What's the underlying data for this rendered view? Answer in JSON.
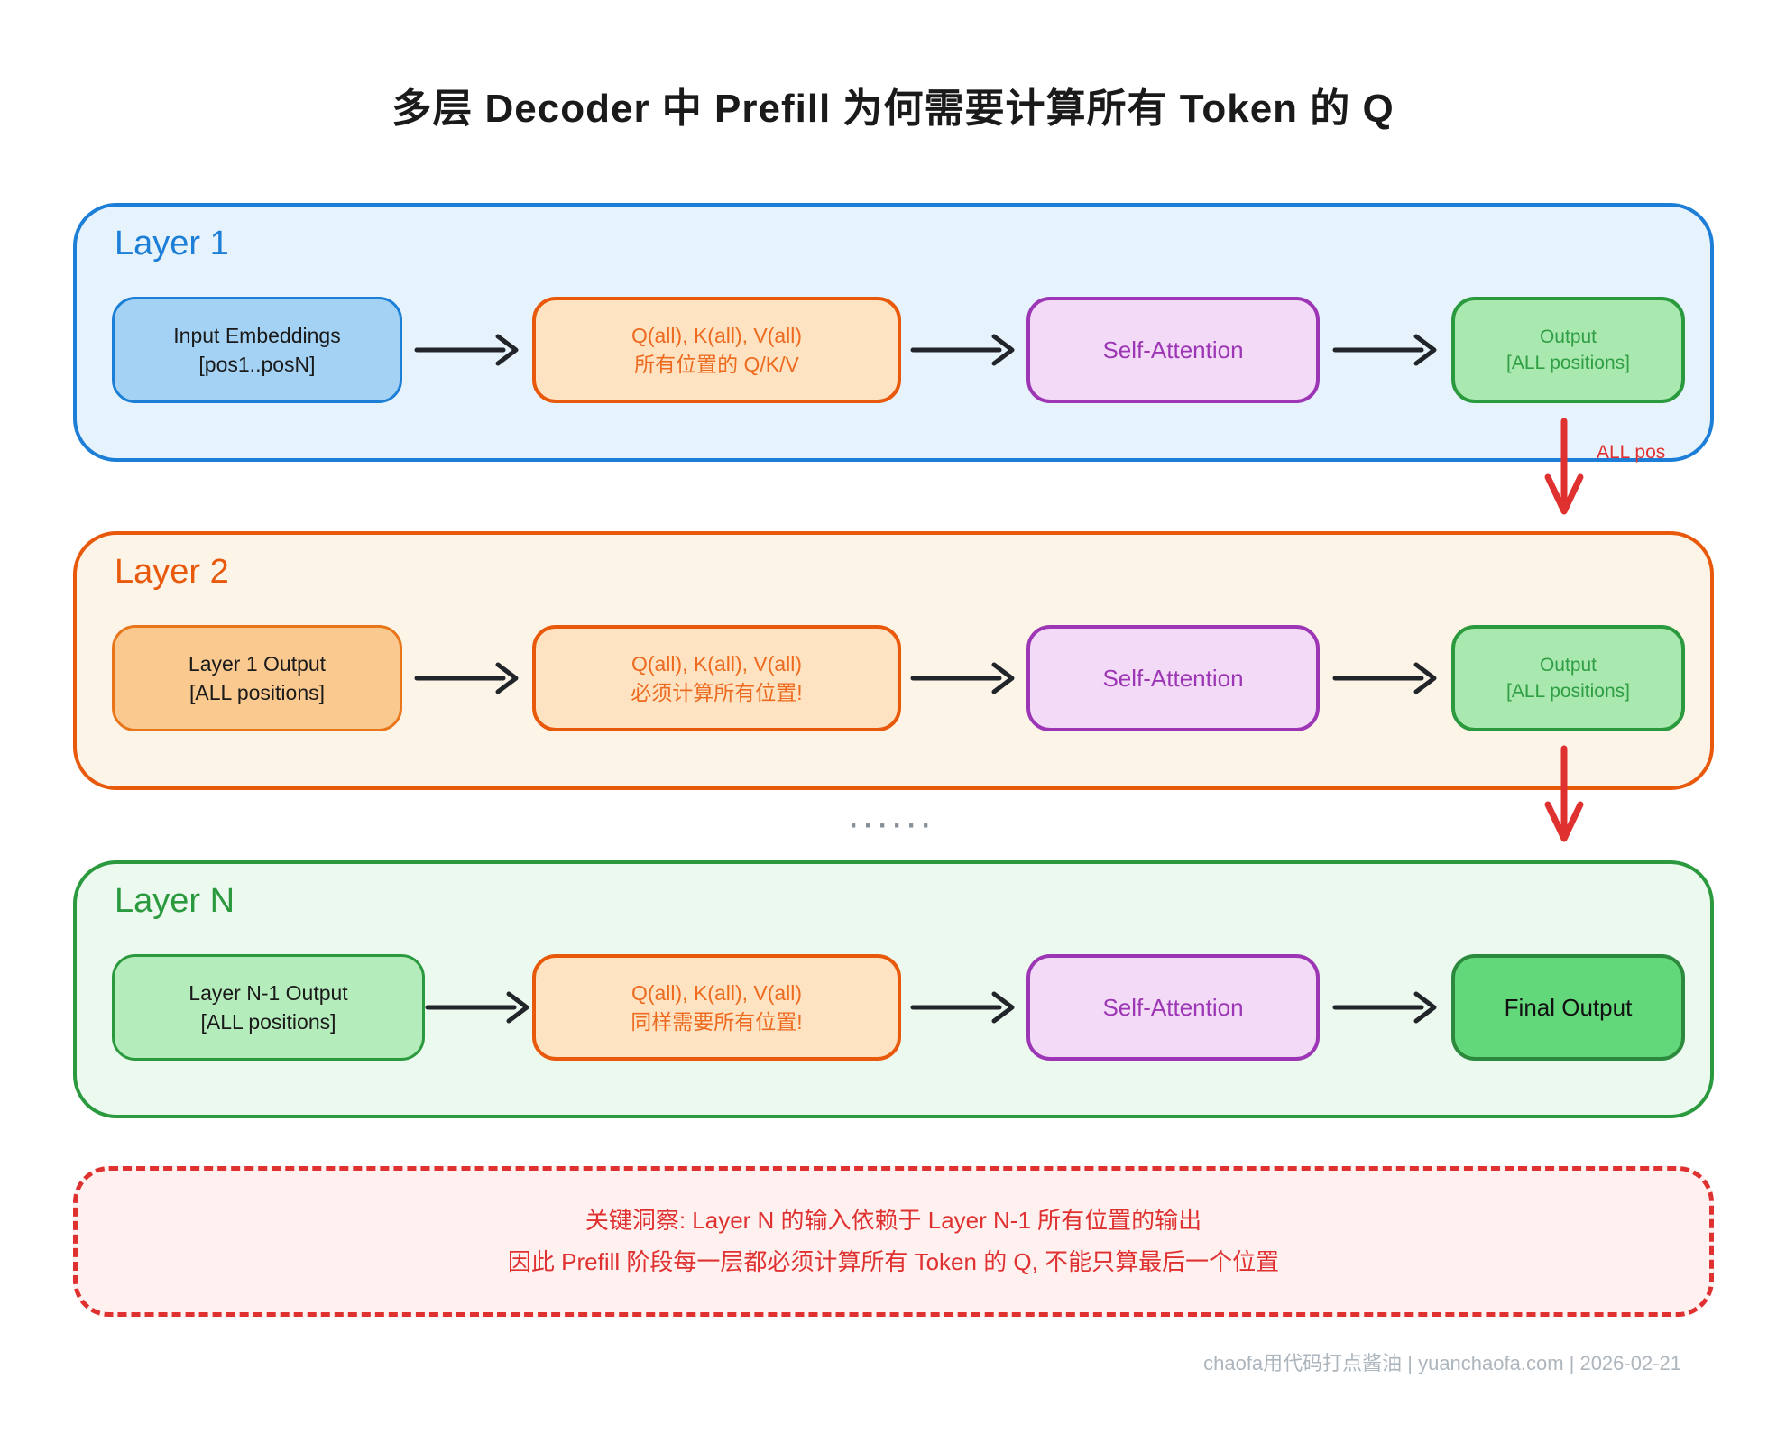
{
  "title": "多层 Decoder 中 Prefill 为何需要计算所有 Token 的 Q",
  "layers": [
    {
      "label": "Layer 1",
      "input": {
        "line1": "Input Embeddings",
        "line2": "[pos1..posN]"
      },
      "qkv": {
        "line1": "Q(all), K(all), V(all)",
        "line2": "所有位置的 Q/K/V"
      },
      "attention": "Self-Attention",
      "output": {
        "line1": "Output",
        "line2": "[ALL positions]"
      }
    },
    {
      "label": "Layer 2",
      "input": {
        "line1": "Layer 1 Output",
        "line2": "[ALL positions]"
      },
      "qkv": {
        "line1": "Q(all), K(all), V(all)",
        "line2": "必须计算所有位置!"
      },
      "attention": "Self-Attention",
      "output": {
        "line1": "Output",
        "line2": "[ALL positions]"
      }
    },
    {
      "label": "Layer N",
      "input": {
        "line1": "Layer N-1 Output",
        "line2": "[ALL positions]"
      },
      "qkv": {
        "line1": "Q(all), K(all), V(all)",
        "line2": "同样需要所有位置!"
      },
      "attention": "Self-Attention",
      "output": {
        "line1": "Final Output"
      }
    }
  ],
  "annotations": {
    "all_pos_label": "ALL pos",
    "ellipsis": "······"
  },
  "insight": {
    "line1": "关键洞察: Layer N 的输入依赖于 Layer N-1 所有位置的输出",
    "line2": "因此 Prefill 阶段每一层都必须计算所有 Token 的 Q, 不能只算最后一个位置"
  },
  "footer": "chaofa用代码打点酱油 | yuanchaofa.com | 2026-02-21",
  "colors": {
    "layer1_border": "#1C7ED6",
    "layer1_fill": "#E7F3FC",
    "layer2_border": "#E8590C",
    "layer2_fill": "#FDF4E8",
    "layerN_border": "#2B9A3E",
    "layerN_fill": "#EBF9EE",
    "qkv_fill": "#FDE3C2",
    "attention_purple": "#9C36B5",
    "output_green_fill": "#A9E8AE",
    "final_output_fill": "#63D87A",
    "red_accent": "#E03131",
    "arrow_black": "#212529",
    "footer_gray": "#ADB5BD"
  }
}
